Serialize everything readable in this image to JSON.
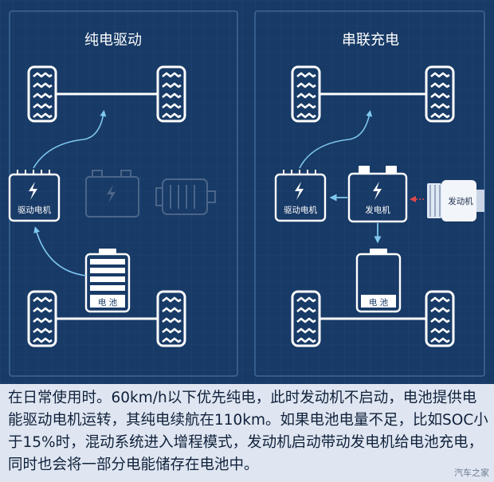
{
  "panels": {
    "left": {
      "title": "纯电驱动",
      "motor_label": "驱动电机",
      "battery_label": "电 池"
    },
    "right": {
      "title": "串联充电",
      "motor_label": "驱动电机",
      "generator_label": "发电机",
      "engine_label": "发动机",
      "battery_label": "电 池"
    }
  },
  "caption": "在日常使用时。60km/h以下优先纯电，此时发动机不启动，电池提供电能驱动电机运转，其纯电续航在110km。如果电池电量不足，比如SOC小于15%时，混动系统进入增程模式，发动机启动带动发电机给电池充电，同时也会将一部分电能储存在电池中。",
  "watermark": "汽车之家",
  "colors": {
    "background": "#183a66",
    "panel_border": "#3c6695",
    "outline": "#ffffff",
    "arrow": "#7fc8f0",
    "engine_arrow": "#e0484b",
    "caption_bg": "#dfe6f1"
  },
  "icons": [
    "tire-icon",
    "lightning-icon",
    "battery-icon",
    "engine-icon"
  ]
}
